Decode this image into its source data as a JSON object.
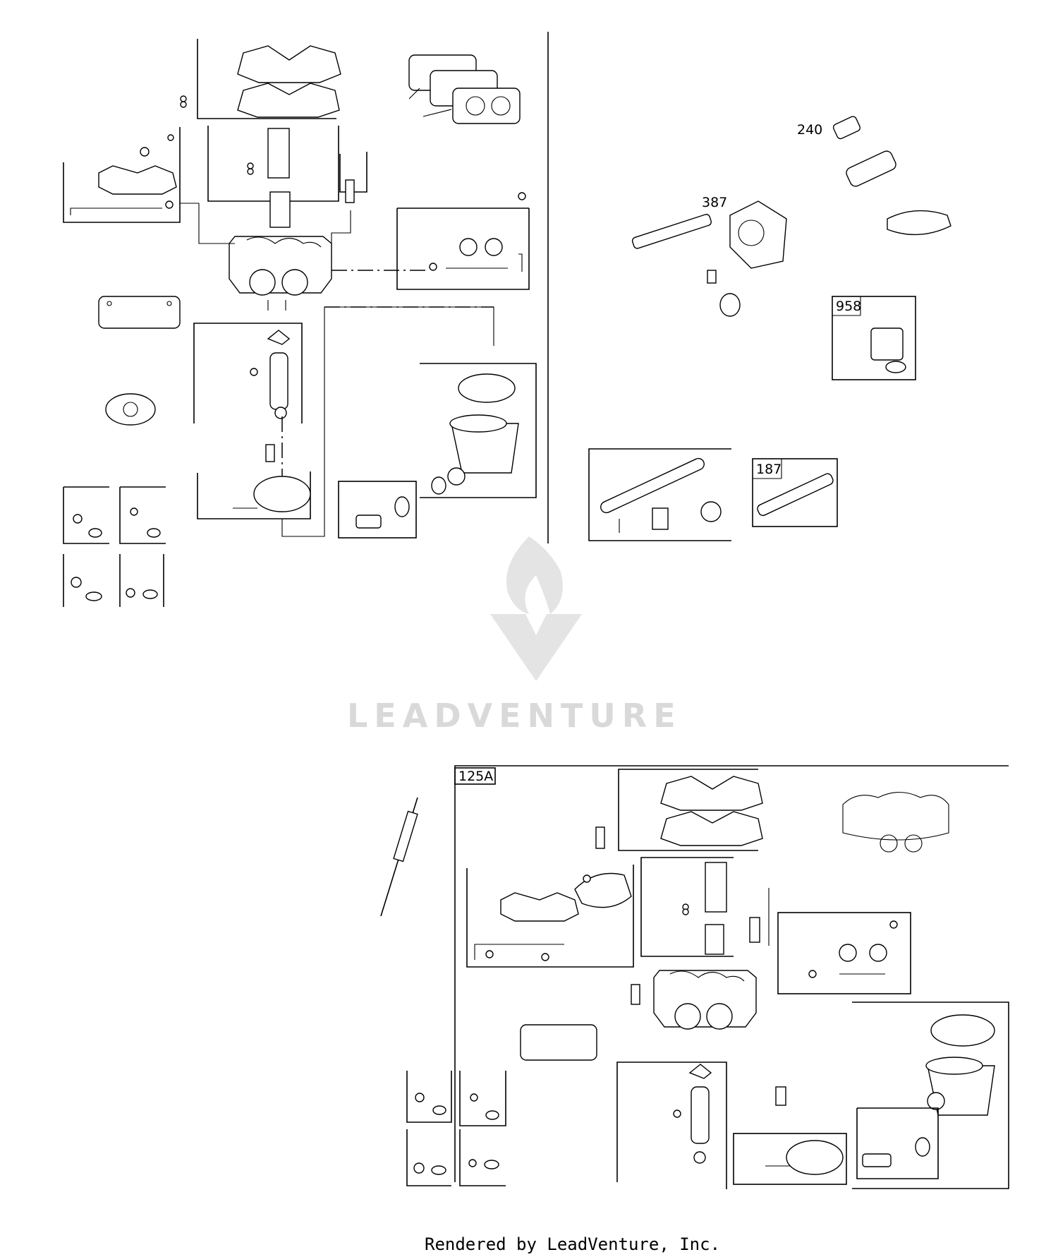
{
  "callouts": {
    "c240": "240",
    "c387": "387",
    "c958": "958",
    "c187": "187",
    "c125a": "125A"
  },
  "watermark": {
    "text": "LEADVENTURE",
    "icon": "leadventure-flame-logo-icon"
  },
  "footer": {
    "text": "Rendered by LeadVenture, Inc."
  },
  "colors": {
    "line": "#000000",
    "background": "#ffffff",
    "watermark": "#d9d9d9"
  }
}
